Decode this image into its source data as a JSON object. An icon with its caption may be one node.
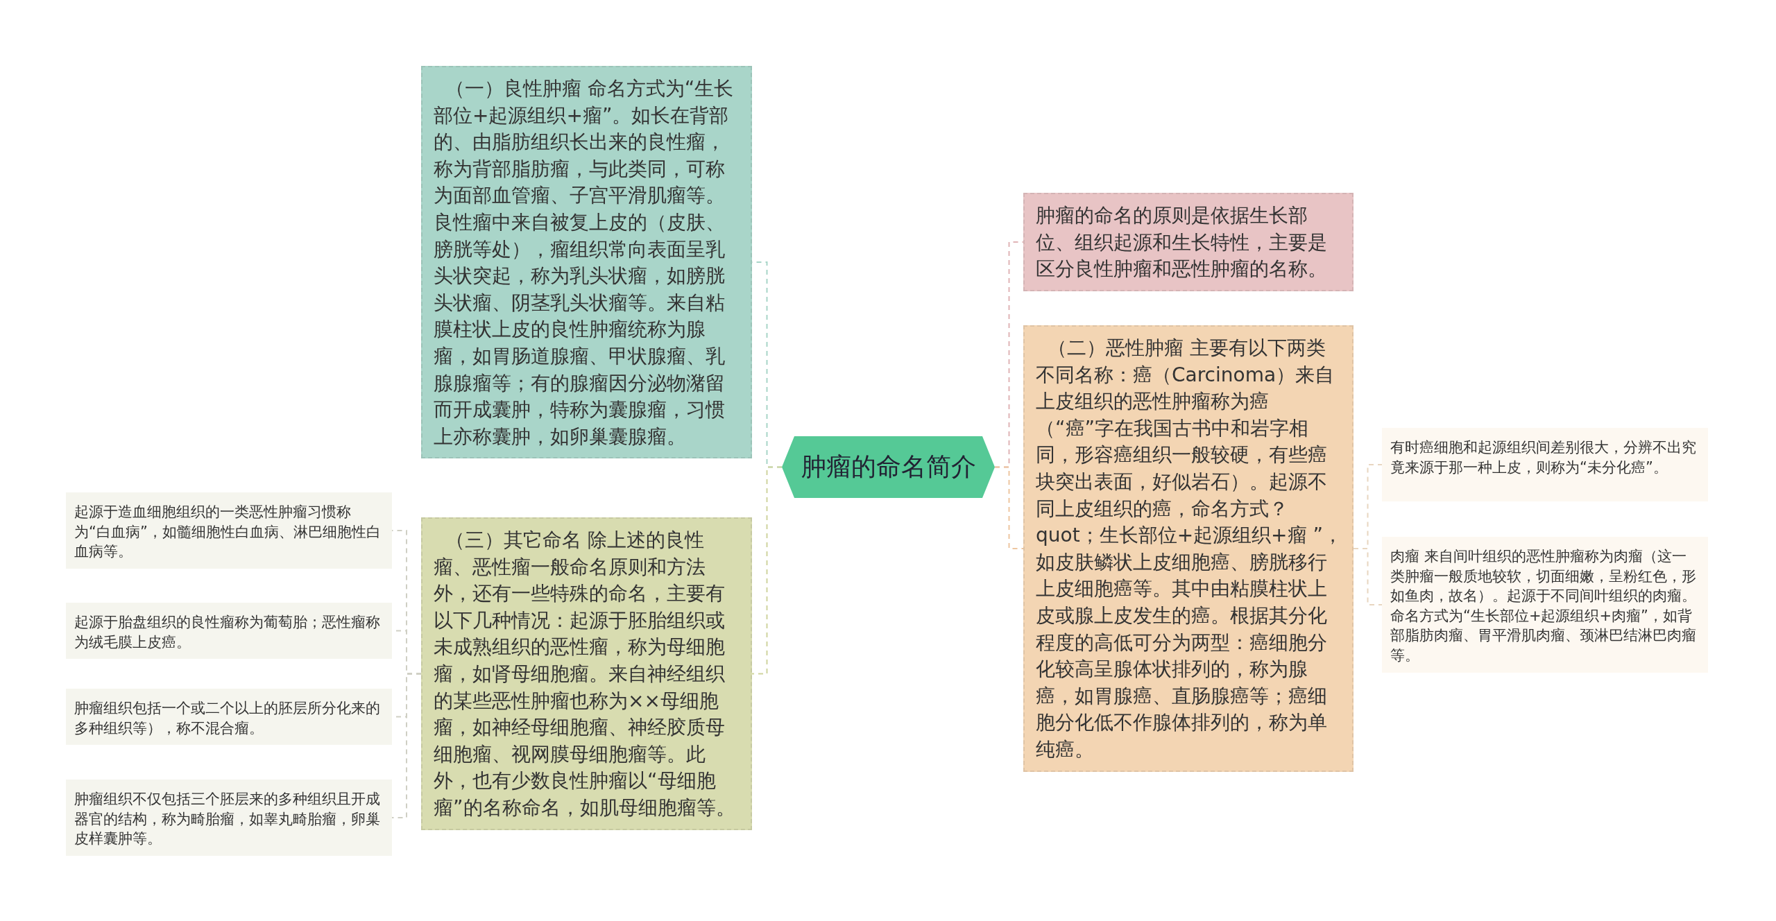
{
  "diagram": {
    "nodes": [
      {
        "text": [
          "肿瘤的命名简介"
        ]
      },
      {
        "text": [
          "（一）良性肿瘤 命名方式为“生长部位+起源组织+瘤”。如长在背部的、由脂肪组织长出来的良性瘤，称为背部脂肪瘤，与此类同，可称为面部血管瘤、子宫平滑肌瘤等。良性瘤中来自被复上皮的（皮肤、膀胱等处），瘤组织常向表面呈乳头状突起，称为乳头状瘤，如膀胱头状瘤、阴茎乳头状瘤等。来自粘膜柱状上皮的良性肿瘤统称为腺瘤，如胃肠道腺瘤、甲状腺瘤、乳腺腺瘤等；有的腺瘤因分泌物潴留而开成囊肿，特称为囊腺瘤，习惯上亦称囊肿，如卵巢囊腺瘤。"
        ]
      },
      {
        "text": [
          "（三）其它命名 除上述的良性瘤、恶性瘤一般命名原则和方法外，还有一些特殊的命名，主要有以下几种情况：起源于胚胎组织或未成熟组织的恶性瘤，称为母细胞瘤，如肾母细胞瘤。来自神经组织的某些恶性肿瘤也称为××母细胞瘤，如神经母细胞瘤、神经胶质母细胞瘤、视网膜母细胞瘤等。此外，也有少数良性肿瘤以“母细胞瘤”的名称命名，如肌母细胞瘤等。"
        ]
      },
      {
        "text": [
          "起源于造血细胞组织的一类恶性肿瘤习惯称为“白血病”，如髓细胞性白血病、淋巴细胞性白血病等。"
        ]
      },
      {
        "text": [
          "起源于胎盘组织的良性瘤称为葡萄胎；恶性瘤称为绒毛膜上皮癌。"
        ]
      },
      {
        "text": [
          "肿瘤组织包括一个或二个以上的胚层所分化来的多种组织等），称不混合瘤。"
        ]
      },
      {
        "text": [
          "肿瘤组织不仅包括三个胚层来的多种组织且开成器官的结构，称为畸胎瘤，如睾丸畸胎瘤，卵巢皮样囊肿等。"
        ]
      },
      {
        "text": [
          "肿瘤的命名的原则是依据生长部位、组织起源和生长特性，主要是区分良性肿瘤和恶性肿瘤的名称。"
        ]
      },
      {
        "text": [
          "（二）恶性肿瘤 主要有以下两类不同名称：癌（Carcinoma）来自上皮组织的恶性肿瘤称为癌（“癌”字在我国古书中和岩字相同，形容癌组织一般较硬，有些癌块突出表面，好似岩石）。起源不同上皮组织的癌，命名方式？quot；生长部位+起源组织+瘤 ”，如皮肤鳞状上皮细胞癌、膀胱移行上皮细胞癌等。其中由粘膜柱状上皮或腺上皮发生的癌。根据其分化程度的高低可分为两型：癌细胞分化较高呈腺体状排列的，称为腺癌，如胃腺癌、直肠腺癌等；癌细胞分化低不作腺体排列的，称为单纯癌。"
        ]
      },
      {
        "text": [
          "有时癌细胞和起源组织间差别很大，分辨不出究竟来源于那一种上皮，则称为“未分化癌”。"
        ]
      },
      {
        "text": [
          "肉瘤 来自间叶组织的恶性肿瘤称为肉瘤（这一类肿瘤一般质地较软，切面细嫩，呈粉红色，形如鱼肉，故名）。起源于不同间叶组织的肉瘤。命名方式为“生长部位+起源组织+肉瘤”，如背部脂肪肉瘤、胃平滑肌肉瘤、颈淋巴结淋巴肉瘤等。"
        ]
      }
    ],
    "edges": [
      {
        "from": 0,
        "to": 1,
        "arrow": "none",
        "color": "#a8d5c8"
      },
      {
        "from": 0,
        "to": 2,
        "arrow": "none",
        "color": "#cfd49e"
      },
      {
        "from": 2,
        "to": 3,
        "arrow": "none"
      },
      {
        "from": 2,
        "to": 4,
        "arrow": "none"
      },
      {
        "from": 2,
        "to": 5,
        "arrow": "none"
      },
      {
        "from": 2,
        "to": 6,
        "arrow": "none"
      },
      {
        "from": 0,
        "to": 7,
        "arrow": "none",
        "color": "#e0b4b6"
      },
      {
        "from": 0,
        "to": 8,
        "arrow": "none",
        "color": "#eec6a0"
      },
      {
        "from": 8,
        "to": 9,
        "arrow": "none",
        "color": "#e8d6c0"
      },
      {
        "from": 8,
        "to": 10,
        "arrow": "none",
        "color": "#e8d6c0"
      }
    ]
  }
}
